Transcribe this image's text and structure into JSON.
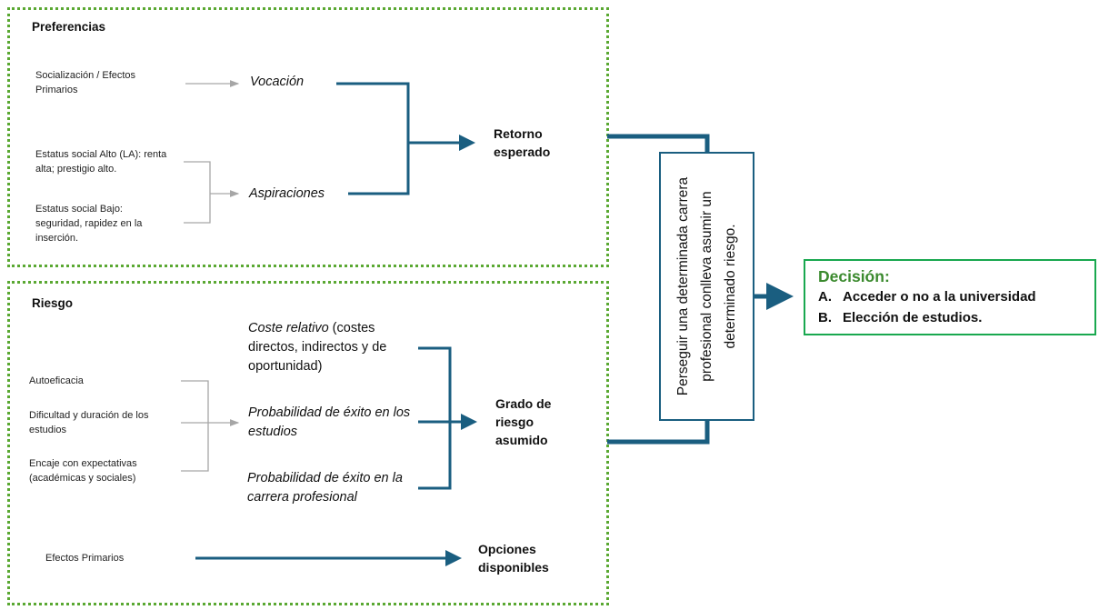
{
  "preferences": {
    "title": "Preferencias",
    "sources": {
      "socialization": "Socialización / Efectos Primarios",
      "high_status": "Estatus social Alto (LA): renta alta; prestigio alto.",
      "low_status": "Estatus social Bajo: seguridad, rapidez en la inserción."
    },
    "factors": {
      "vocation": "Vocación",
      "aspirations": "Aspiraciones"
    },
    "outcome": "Retorno esperado"
  },
  "risk": {
    "title": "Riesgo",
    "sources": {
      "self_efficacy": "Autoeficacia",
      "difficulty": "Dificultad y duración de los estudios",
      "fit": "Encaje con expectativas (académicas y sociales)"
    },
    "factors": {
      "cost_italic": "Coste relativo",
      "cost_rest": " (costes directos, indirectos y de oportunidad)",
      "study_success": "Probabilidad de éxito en los estudios",
      "career_success": "Probabilidad de éxito en la carrera profesional"
    },
    "outcome": "Grado de riesgo asumido",
    "primary_effects": "Efectos Primarios",
    "options": "Opciones disponibles"
  },
  "synthesis": {
    "text": "Perseguir una determinada carrera profesional conlleva asumir un determinado riesgo."
  },
  "decision": {
    "title": "Decisión:",
    "items": [
      {
        "marker": "A.",
        "label": "Acceder o no a la universidad"
      },
      {
        "marker": "B.",
        "label": "Elección de estudios."
      }
    ]
  },
  "colors": {
    "main_connector": "#1a5e80",
    "secondary_connector": "#a6a6a6",
    "group_border": "#5aa832",
    "decision_border": "#19a84f",
    "decision_title": "#3b8a2e"
  }
}
